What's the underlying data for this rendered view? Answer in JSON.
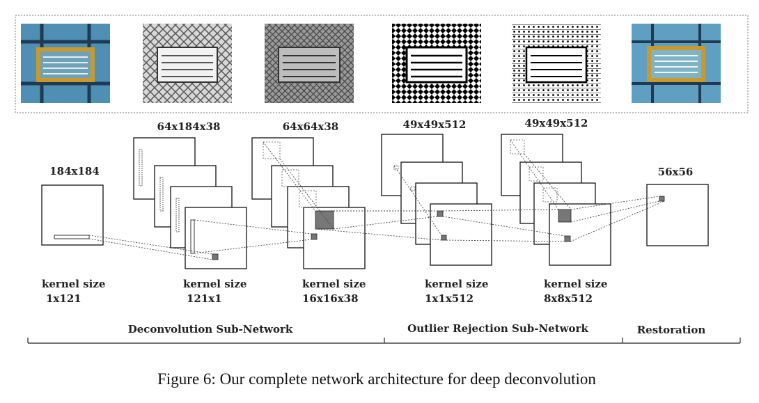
{
  "stages": [
    {
      "dims": "184x184",
      "kernel_label": "kernel size",
      "kernel_value": "1x121"
    },
    {
      "dims": "64x184x38",
      "kernel_label": "kernel size",
      "kernel_value": "121x1"
    },
    {
      "dims": "64x64x38",
      "kernel_label": "kernel size",
      "kernel_value": "16x16x38"
    },
    {
      "dims": "49x49x512",
      "kernel_label": "kernel size",
      "kernel_value": "1x1x512"
    },
    {
      "dims": "49x49x512",
      "kernel_label": "kernel size",
      "kernel_value": "8x8x512"
    },
    {
      "dims": "56x56"
    }
  ],
  "sections": [
    {
      "label": "Deconvolution Sub-Network"
    },
    {
      "label": "Outlier Rejection  Sub-Network"
    },
    {
      "label": "Restoration"
    }
  ],
  "caption": "Figure 6: Our complete network architecture for deep deconvolution",
  "colors": {
    "glass_blue": "#4f8fb3",
    "glass_dark": "#1f3a52",
    "gold_frame": "#c89a2e",
    "kernel_fill": "#777777"
  }
}
